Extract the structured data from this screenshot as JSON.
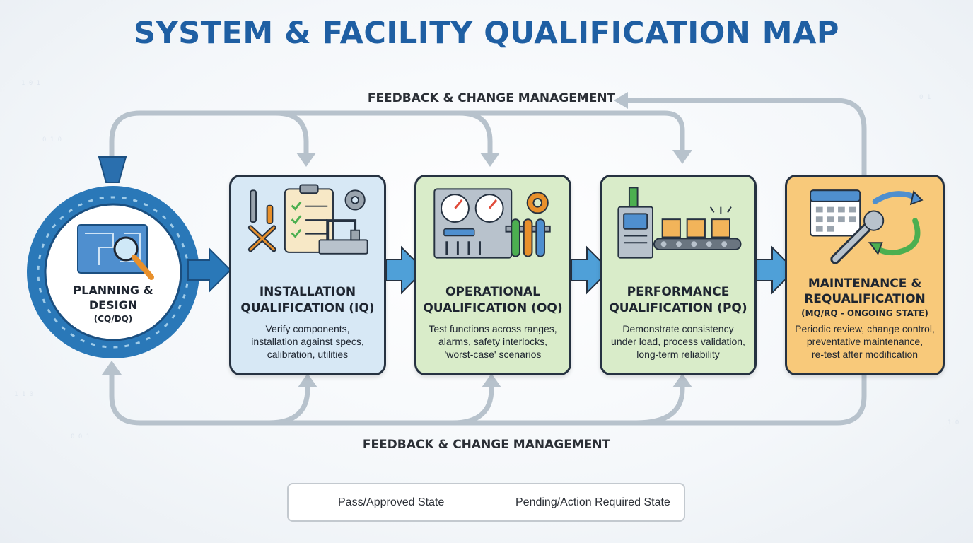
{
  "title": "SYSTEM & FACILITY QUALIFICATION MAP",
  "feedback_top": "FEEDBACK & CHANGE MANAGEMENT",
  "feedback_bottom": "FEEDBACK & CHANGE MANAGEMENT",
  "planning": {
    "title": "PLANNING & DESIGN",
    "subtitle": "(CQ/DQ)"
  },
  "stages": [
    {
      "title_line1": "INSTALLATION",
      "title_line2": "QUALIFICATION (IQ)",
      "sub": "",
      "desc": [
        "Verify components,",
        "installation against specs,",
        "calibration, utilities"
      ]
    },
    {
      "title_line1": "OPERATIONAL",
      "title_line2": "QUALIFICATION (OQ)",
      "sub": "",
      "desc": [
        "Test functions across ranges,",
        "alarms, safety interlocks,",
        "'worst-case' scenarios"
      ]
    },
    {
      "title_line1": "PERFORMANCE",
      "title_line2": "QUALIFICATION (PQ)",
      "sub": "",
      "desc": [
        "Demonstrate consistency",
        "under load, process validation,",
        "long-term reliability"
      ]
    },
    {
      "title_line1": "MAINTENANCE &",
      "title_line2": "REQUALIFICATION",
      "sub": "(MQ/RQ - ONGOING STATE)",
      "desc": [
        "Periodic review, change control,",
        "preventative maintenance,",
        "re-test after modification"
      ]
    }
  ],
  "legend": {
    "pass": "Pass/Approved State",
    "pending": "Pending/Action Required State"
  },
  "colors": {
    "title": "#1f5fa3",
    "iq_card": "#d7e8f5",
    "oq_pq_card": "#d9ecc9",
    "mq_card": "#f8c97a",
    "loop": "#b7c2cc",
    "flow_arrow": "#2a78b8",
    "pass": "#4caf50",
    "pending": "#f2a33a"
  },
  "icons": [
    "blueprint-magnifier-icon",
    "tools-icon",
    "checklist-icon",
    "gear-icon",
    "gauge-panel-icon",
    "test-tubes-icon",
    "machine-icon",
    "conveyor-icon",
    "calendar-icon",
    "wrench-icon",
    "cycle-arrows-icon",
    "check-circle-icon",
    "warning-triangle-icon"
  ]
}
